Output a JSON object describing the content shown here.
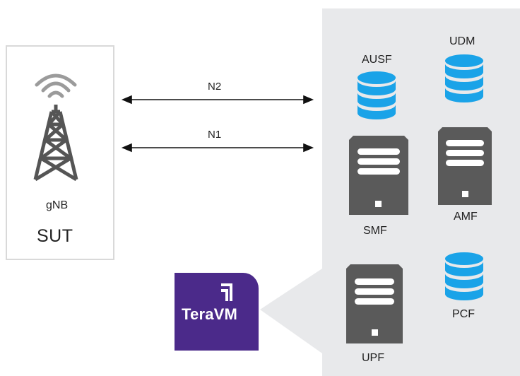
{
  "sut": {
    "node_label": "gNB",
    "box_label": "SUT"
  },
  "links": [
    {
      "label": "N2"
    },
    {
      "label": "N1"
    }
  ],
  "core": {
    "ausf": "AUSF",
    "udm": "UDM",
    "smf": "SMF",
    "amf": "AMF",
    "pcf": "PCF",
    "upf": "UPF"
  },
  "brand": {
    "text": "TeraVM"
  },
  "colors": {
    "panel": "#e8e9eb",
    "database": "#1aa3e8",
    "server": "#5a5a5a",
    "tower": "#555555",
    "brand": "#4b2a8a"
  }
}
